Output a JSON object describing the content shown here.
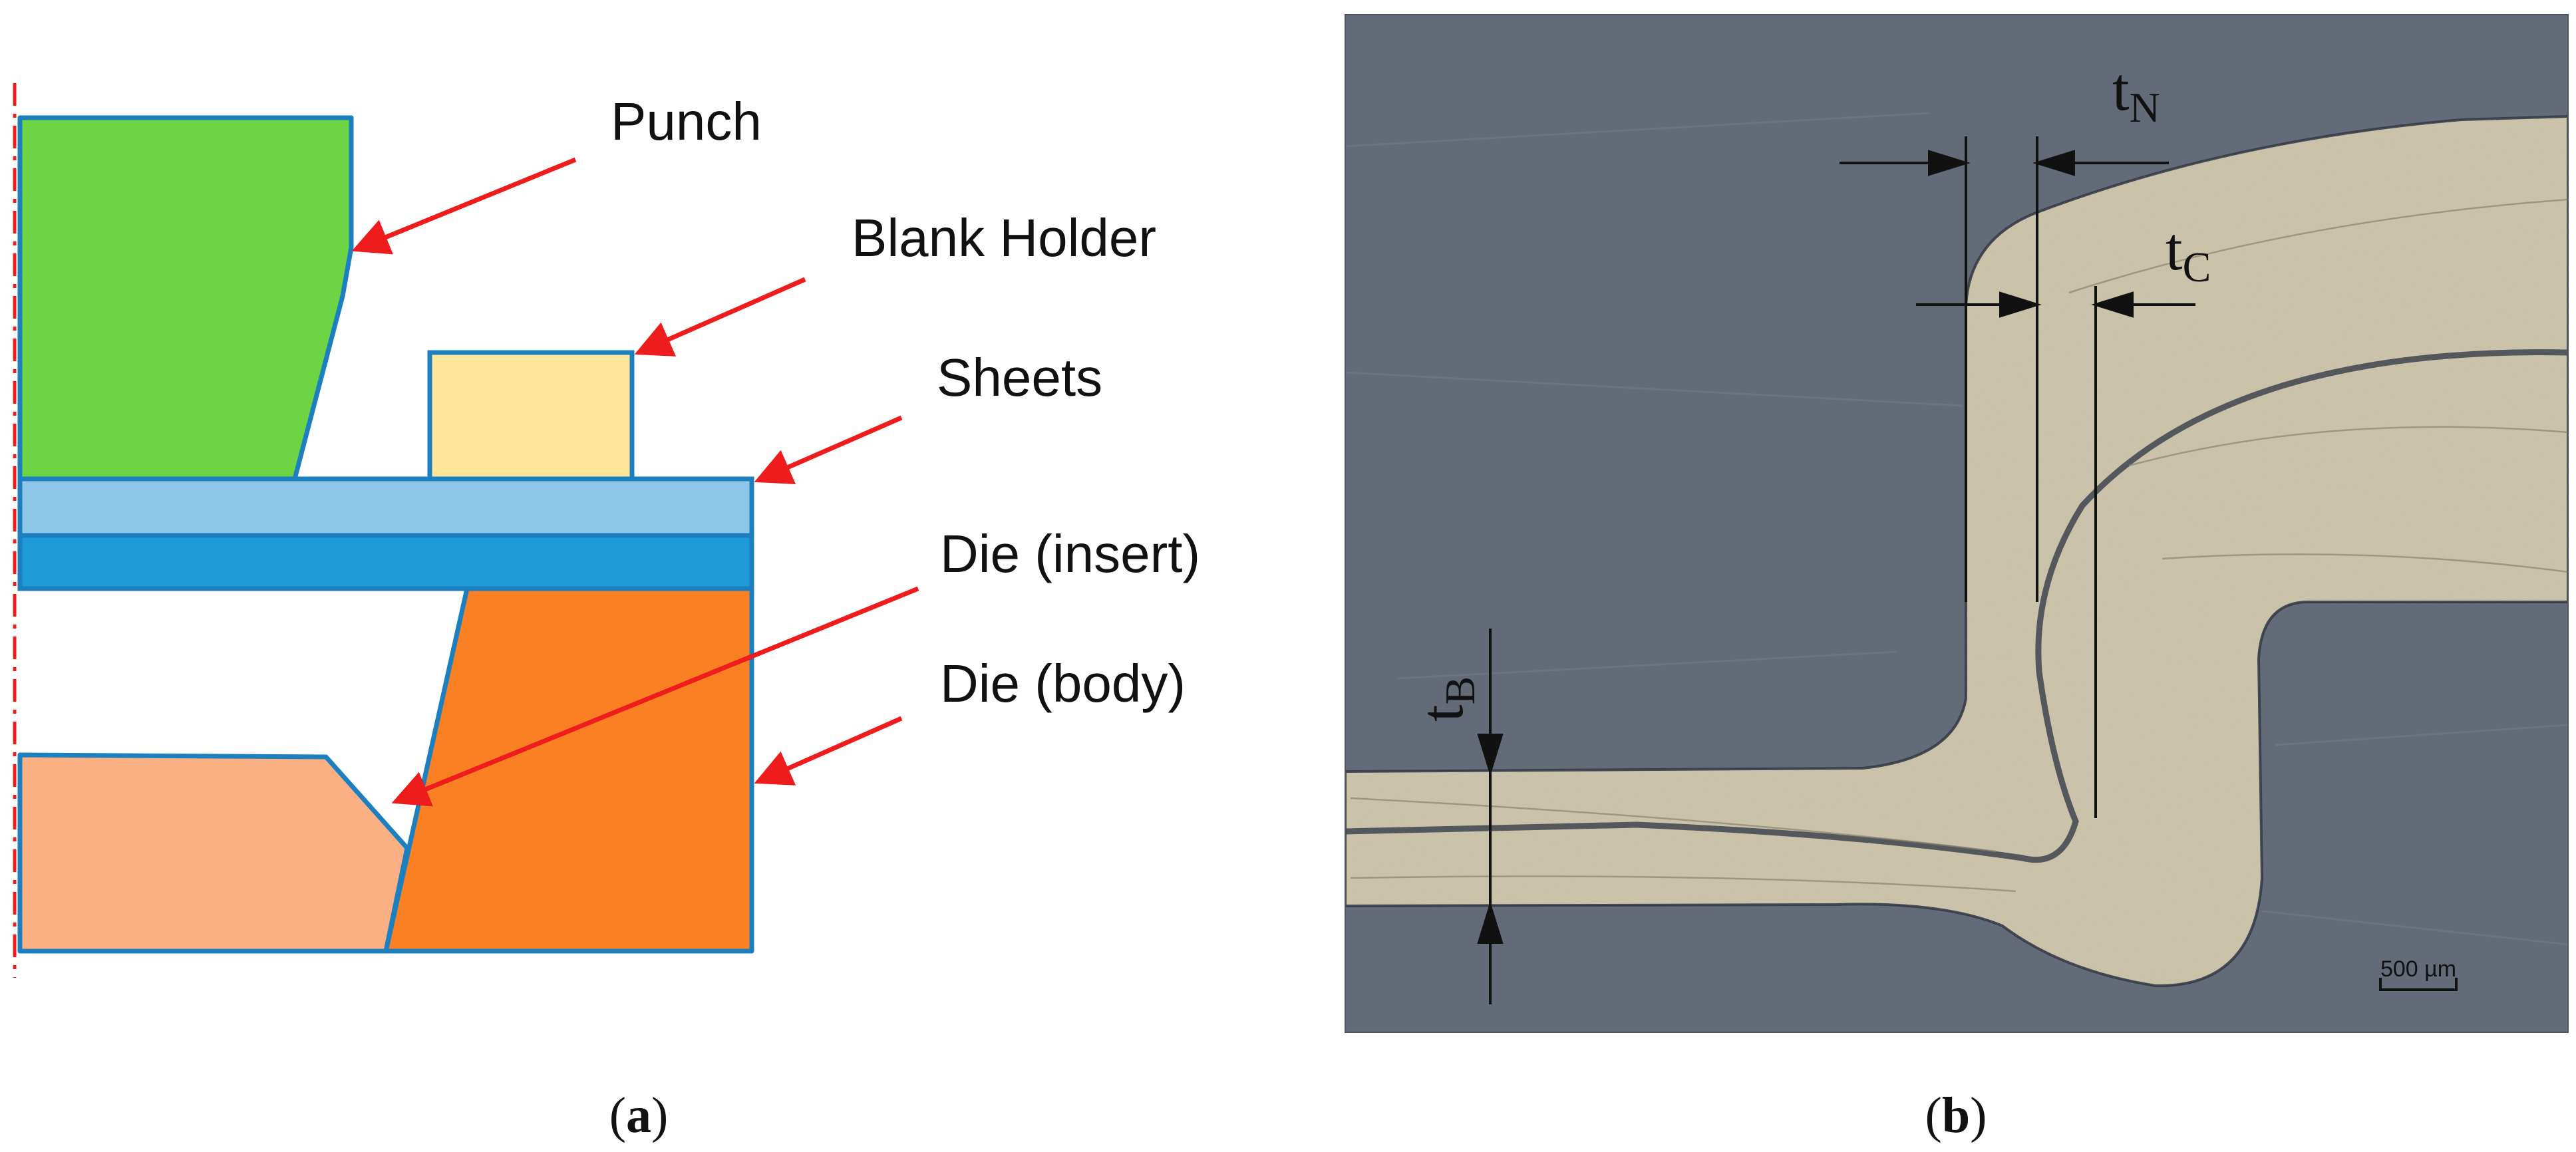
{
  "panel_a": {
    "labels": {
      "punch": "Punch",
      "blank_holder": "Blank Holder",
      "sheets": "Sheets",
      "die_insert": "Die (insert)",
      "die_body": "Die (body)"
    },
    "caption_open": "(",
    "caption_letter": "a",
    "caption_close": ")",
    "colors": {
      "punch": "#6dd443",
      "blank_holder": "#fde699",
      "sheet_top": "#8ec6ea",
      "sheet_bottom": "#1e9ad6",
      "die_insert": "#fbb083",
      "die_body": "#fb7f23",
      "outline": "#1c7fc0",
      "arrow": "#ee1c1c",
      "axis": "#ee1c1c"
    }
  },
  "panel_b": {
    "t_sym": "t",
    "labels": {
      "t_n": "N",
      "t_c": "C",
      "t_b": "B"
    },
    "scale_bar": "500 µm",
    "caption_open": "(",
    "caption_letter": "b",
    "caption_close": ")",
    "colors": {
      "background": "#646b78",
      "metal": "#cbc3a8",
      "line": "#111111"
    }
  }
}
